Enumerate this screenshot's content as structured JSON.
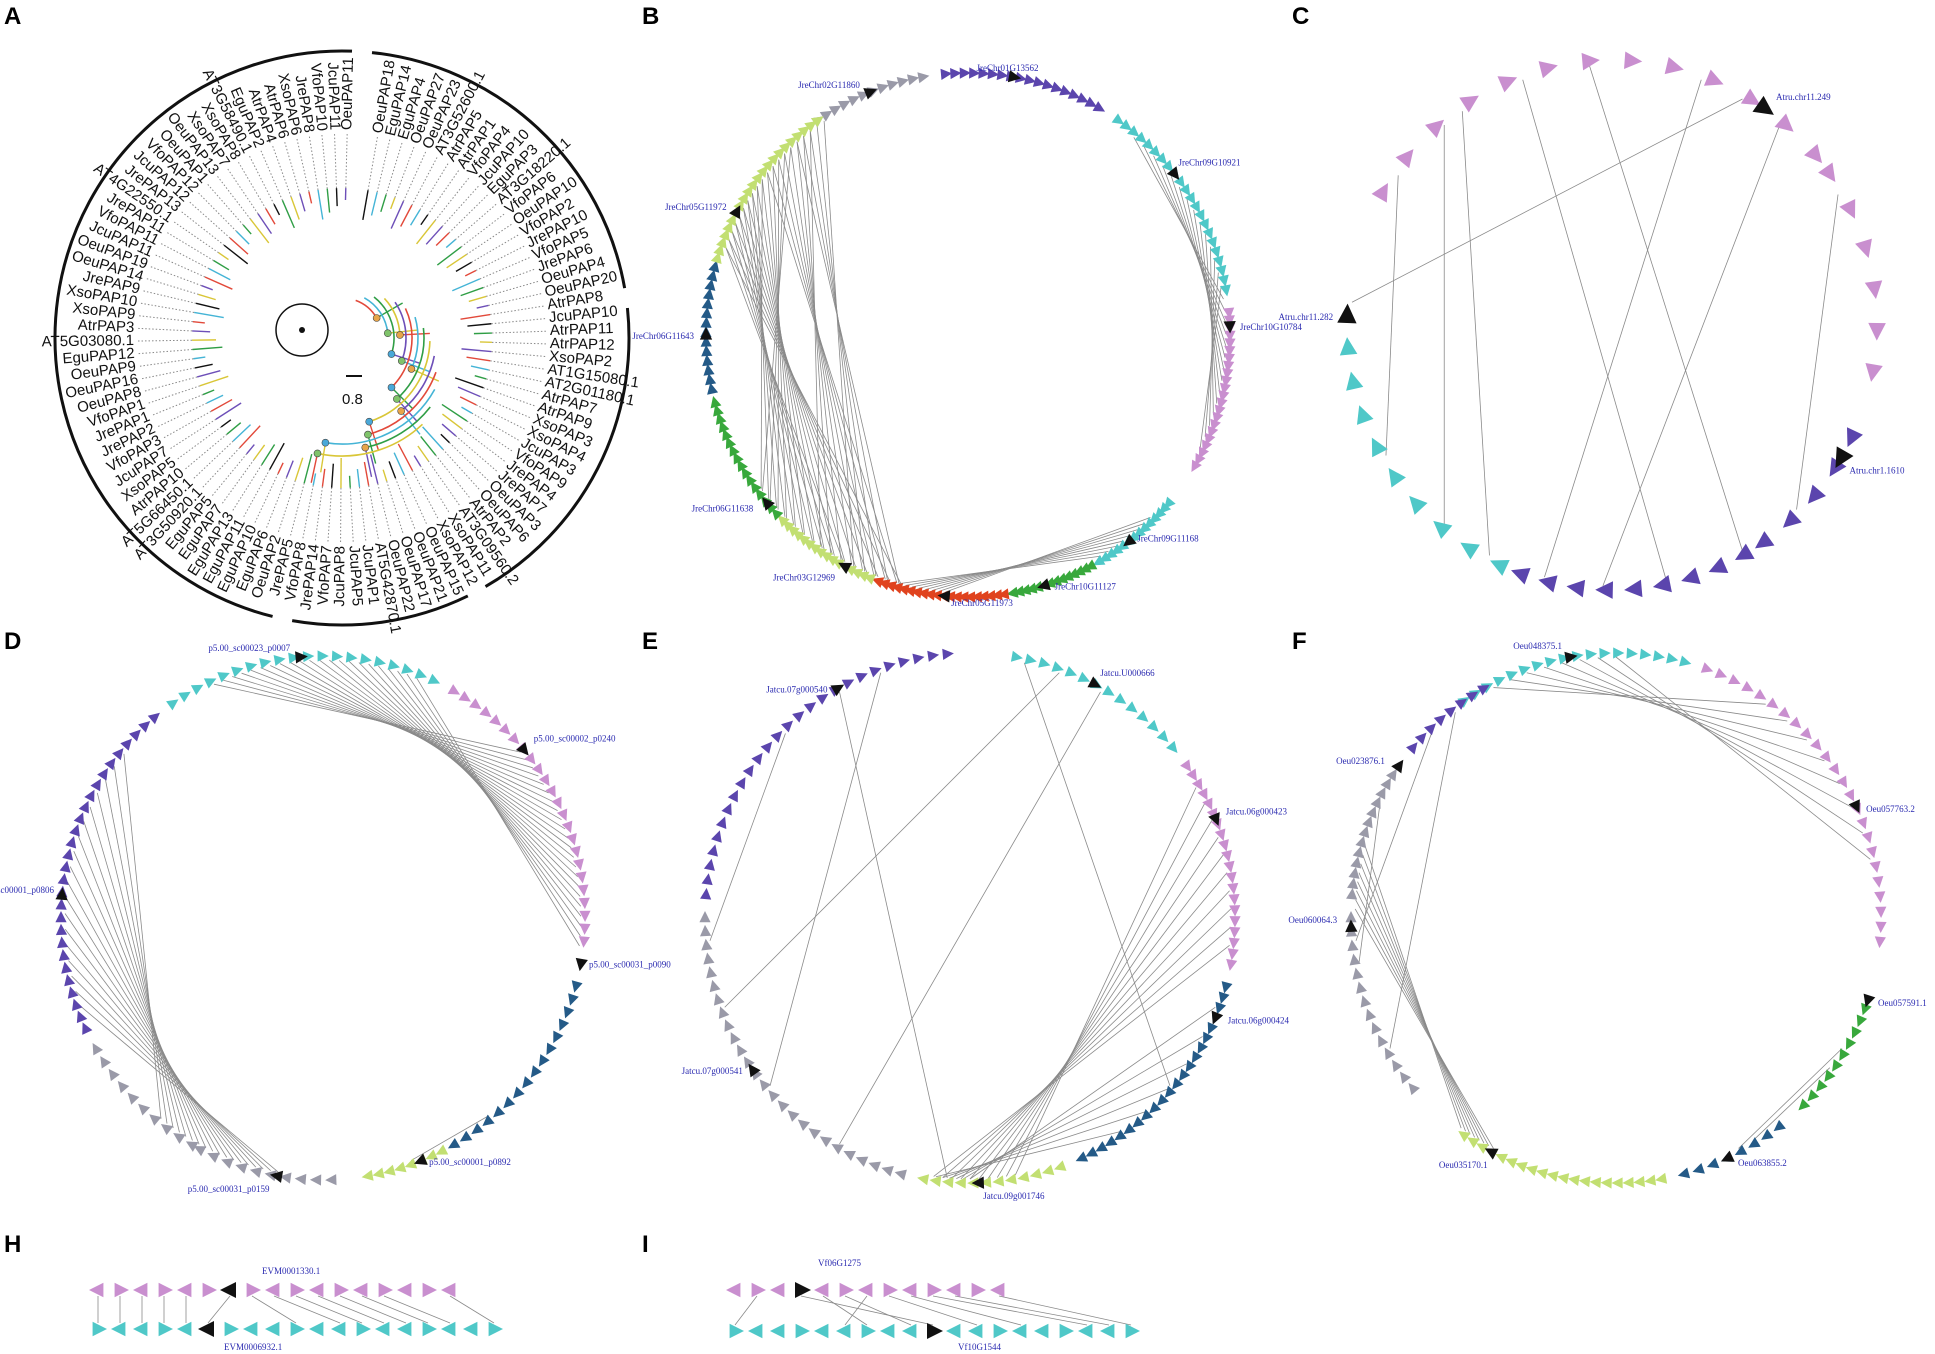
{
  "colors": {
    "pink": "#c98fcf",
    "cyan": "#4fc8c8",
    "purple": "#5b45ad",
    "gray": "#9a9aa8",
    "lime": "#c2df72",
    "green": "#38a83c",
    "navy": "#245a87",
    "red": "#e0431e",
    "black": "#111111",
    "label": "#2a2ab0",
    "link": "#8a8a8a"
  },
  "panels": {
    "A": {
      "letter": "A",
      "scale": "0.8",
      "tips": [
        "OeuPAP18",
        "EguPAP14",
        "EguPAP4",
        "OeuPAP27",
        "OeuPAP23",
        "AT3G52600.1",
        "AtrPAP5",
        "AtrPAP1",
        "VfoPAP4",
        "JcuPAP10",
        "EguPAP3",
        "AT3G18220.1",
        "VfoPAP6",
        "OeuPAP10",
        "VfoPAP2",
        "JrePAP10",
        "VfoPAP5",
        "JrePAP6",
        "OeuPAP4",
        "OeuPAP20",
        "AtrPAP8",
        "JcuPAP10",
        "AtrPAP11",
        "AtrPAP12",
        "XsoPAP2",
        "AT1G15080.1",
        "AT2G01180.1",
        "AtrPAP7",
        "AtrPAP9",
        "XsoPAP3",
        "XsoPAP4",
        "JcuPAP3",
        "VfoPAP9",
        "JrePAP4",
        "JrePAP7",
        "OeuPAP3",
        "OeuPAP6",
        "AtrPAP2",
        "AT3G09560.2",
        "XsoPAP11",
        "XsoPAP12",
        "OeuPAP15",
        "OeuPAP21",
        "OeuPAP17",
        "OeuPAP22",
        "AT5G42870.1",
        "JcuPAP1",
        "JcuPAP5",
        "JcuPAP8",
        "VfoPAP7",
        "JrePAP14",
        "VfoPAP8",
        "JrePAP5",
        "OeuPAP2",
        "EguPAP6",
        "EguPAP10",
        "EguPAP11",
        "EguPAP13",
        "EguPAP7",
        "EguPAP5",
        "AT3G50920.1",
        "AT5G66450.1",
        "AtrPAP10",
        "XsoPAP5",
        "JcuPAP7",
        "VfoPAP3",
        "JrePAP2",
        "JrePAP1",
        "VfoPAP1",
        "OeuPAP8",
        "OeuPAP16",
        "OeuPAP9",
        "EguPAP12",
        "AT5G03080.1",
        "AtrPAP3",
        "XsoPAP9",
        "XsoPAP10",
        "JrePAP9",
        "OeuPAP14",
        "OeuPAP19",
        "JcuPAP11",
        "VfoPAP11",
        "JrePAP11",
        "AT4G22550.1",
        "JrePAP13",
        "JcuPAP12",
        "VfoPAP12",
        "OeuPAP1",
        "OeuPAP13",
        "XsoPAP7",
        "XsoPAP8",
        "AT3G58490.1",
        "EguPAP2",
        "AtrPAP4",
        "AtrPAP6",
        "XsoPAP6",
        "JrePAP8",
        "VfoPAP10",
        "JcuPAP11",
        "OeuPAP11"
      ]
    },
    "B": {
      "letter": "B",
      "labels": [
        "JreChr01G13562",
        "JreChr09G10921",
        "JreChr10G10784",
        "JreChr09G11168",
        "JreChr10G11127",
        "JreChr05G11973",
        "JreChr03G12969",
        "JreChr06G11638",
        "JreChr06G11643",
        "JreChr05G11972",
        "JreChr02G11860"
      ]
    },
    "C": {
      "letter": "C",
      "labels": [
        "Atru.chr11.249",
        "Atru.chr11.282",
        "Atru.chr1.1610"
      ]
    },
    "D": {
      "letter": "D",
      "labels": [
        "p5.00_sc00023_p0007",
        "p5.00_sc00002_p0240",
        "p5.00_sc00031_p0090",
        "p5.00_sc00001_p0892",
        "p5.00_sc00031_p0159",
        "p5.00_sc00001_p0806"
      ]
    },
    "E": {
      "letter": "E",
      "labels": [
        "Jatcu.U000666",
        "Jatcu.07g000540",
        "Jatcu.06g000423",
        "Jatcu.06g000424",
        "Jatcu.09g001746",
        "Jatcu.07g000541"
      ]
    },
    "F": {
      "letter": "F",
      "labels": [
        "Oeu048375.1",
        "Oeu057763.2",
        "Oeu023876.1",
        "Oeu060064.3",
        "Oeu057591.1",
        "Oeu063855.2",
        "Oeu035170.1"
      ]
    },
    "H": {
      "letter": "H",
      "labels": [
        "EVM0001330.1",
        "EVM0006932.1"
      ]
    },
    "I": {
      "letter": "I",
      "labels": [
        "Vf06G1275",
        "Vf10G1544"
      ]
    }
  }
}
